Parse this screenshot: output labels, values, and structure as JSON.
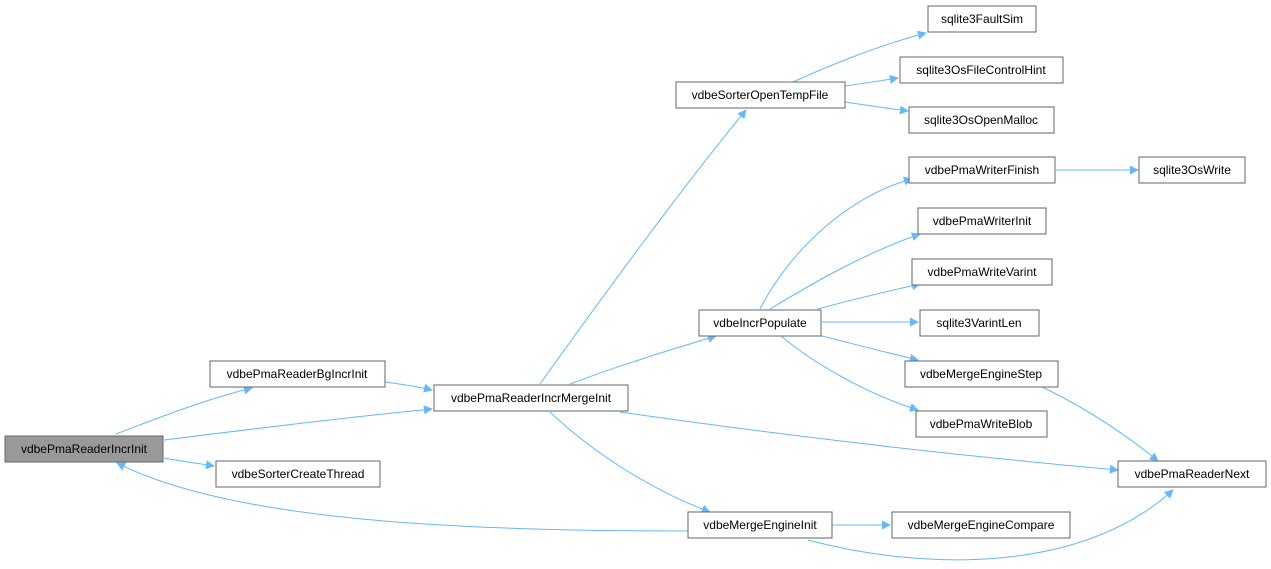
{
  "colors": {
    "edge": "#63b8ff",
    "node_border": "#666666",
    "root_fill": "#999999",
    "node_fill": "#ffffff"
  },
  "nodes": {
    "root": "vdbePmaReaderIncrInit",
    "bg_incr_init": "vdbePmaReaderBgIncrInit",
    "sorter_create_thread": "vdbeSorterCreateThread",
    "incr_merge_init": "vdbePmaReaderIncrMergeInit",
    "sorter_open_temp_file": "vdbeSorterOpenTempFile",
    "incr_populate": "vdbeIncrPopulate",
    "merge_engine_init": "vdbeMergeEngineInit",
    "fault_sim": "sqlite3FaultSim",
    "os_file_control_hint": "sqlite3OsFileControlHint",
    "os_open_malloc": "sqlite3OsOpenMalloc",
    "pma_writer_finish": "vdbePmaWriterFinish",
    "os_write": "sqlite3OsWrite",
    "pma_writer_init": "vdbePmaWriterInit",
    "pma_write_varint": "vdbePmaWriteVarint",
    "varint_len": "sqlite3VarintLen",
    "merge_engine_step": "vdbeMergeEngineStep",
    "pma_write_blob": "vdbePmaWriteBlob",
    "pma_reader_next": "vdbePmaReaderNext",
    "merge_engine_compare": "vdbeMergeEngineCompare"
  }
}
